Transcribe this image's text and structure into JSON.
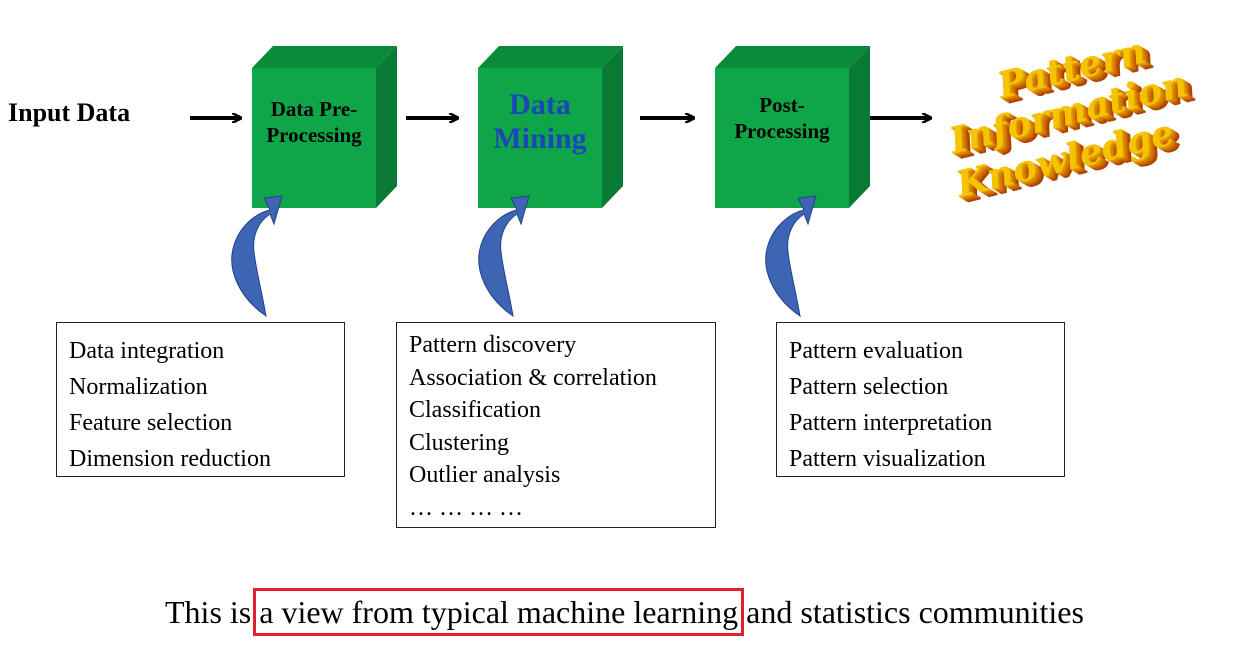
{
  "input_label": "Input Data",
  "stages": [
    {
      "label_lines": [
        "Data Pre-",
        "Processing"
      ]
    },
    {
      "label_lines": [
        "Data",
        "Mining"
      ]
    },
    {
      "label_lines": [
        "Post-",
        "Processing"
      ]
    }
  ],
  "task_lists": [
    [
      "Data integration",
      "Normalization",
      "Feature selection",
      "Dimension reduction"
    ],
    [
      "Pattern discovery",
      "Association & correlation",
      "Classification",
      "Clustering",
      "Outlier analysis",
      "… … … …"
    ],
    [
      "Pattern evaluation",
      "Pattern selection",
      "Pattern interpretation",
      "Pattern visualization"
    ]
  ],
  "outputs": [
    "Pattern",
    "Information",
    "Knowledge"
  ],
  "caption": {
    "before": "This is ",
    "highlight": "a view from typical machine learning",
    "after": " and statistics communities"
  },
  "colors": {
    "cube_front": "#0fa64a",
    "cube_top": "#0b8a3c",
    "cube_side": "#087a33",
    "curved_arrow": "#3e64b4",
    "data_mining_text": "#1b46b8",
    "highlight_box": "#e0202b",
    "output_text": "#f6c300",
    "output_shadow": "#c05a00"
  }
}
